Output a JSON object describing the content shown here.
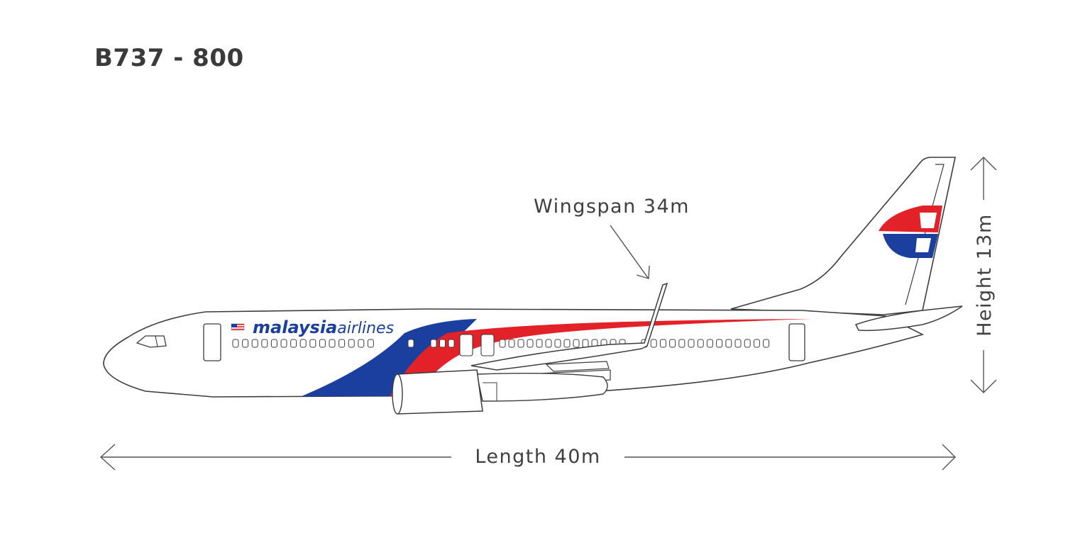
{
  "title": "B737 - 800",
  "dimensions": {
    "wingspan": "Wingspan 34m",
    "length": "Length 40m",
    "height": "Height 13m"
  },
  "livery": {
    "brand_main": "malaysia",
    "brand_sub": "airlines",
    "colors": {
      "blue": "#1b3f9e",
      "red": "#e32129",
      "outline": "#3c3c3c",
      "dimension_line": "#555555"
    }
  }
}
